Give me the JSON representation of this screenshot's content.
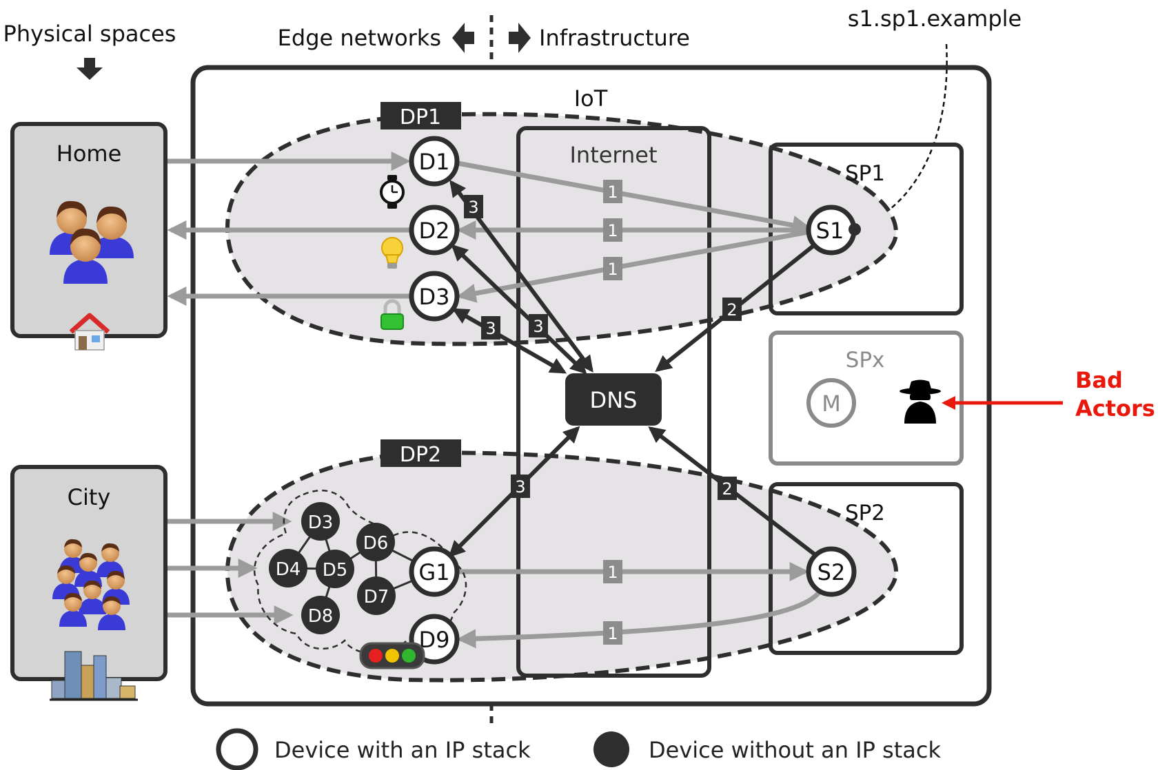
{
  "header": {
    "physical_spaces": "Physical spaces",
    "edge_networks": "Edge networks",
    "infrastructure": "Infrastructure",
    "domain_name": "s1.sp1.example"
  },
  "iot_label": "IoT",
  "internet_label": "Internet",
  "dns_label": "DNS",
  "places": {
    "home": "Home",
    "city": "City"
  },
  "device_pools": {
    "dp1": "DP1",
    "dp2": "DP2"
  },
  "service_providers": {
    "sp1": "SP1",
    "sp2": "SP2",
    "spx": "SPx",
    "spx_node": "M"
  },
  "ip_devices": {
    "d1": "D1",
    "d2": "D2",
    "d3": "D3",
    "g1": "G1",
    "d9": "D9",
    "s1": "S1",
    "s2": "S2"
  },
  "non_ip_devices": {
    "d3": "D3",
    "d4": "D4",
    "d5": "D5",
    "d6": "D6",
    "d7": "D7",
    "d8": "D8"
  },
  "step_labels": {
    "one": "1",
    "two": "2",
    "three": "3"
  },
  "bad_actors": {
    "line1": "Bad",
    "line2": "Actors",
    "color": "#e8190c"
  },
  "legend": {
    "ip_stack": "Device with an IP stack",
    "no_ip_stack": "Device without an IP stack"
  },
  "icons": [
    "people-icon",
    "house-icon",
    "crowd-icon",
    "city-buildings-icon",
    "watch-icon",
    "light-bulb-icon",
    "padlock-icon",
    "traffic-light-icon",
    "spy-icon"
  ],
  "colors": {
    "dark": "#2e2e2e",
    "gray_arrow": "#9b9b9b",
    "pool_fill": "#e6e3e6",
    "place_fill": "#d4d4d4"
  }
}
